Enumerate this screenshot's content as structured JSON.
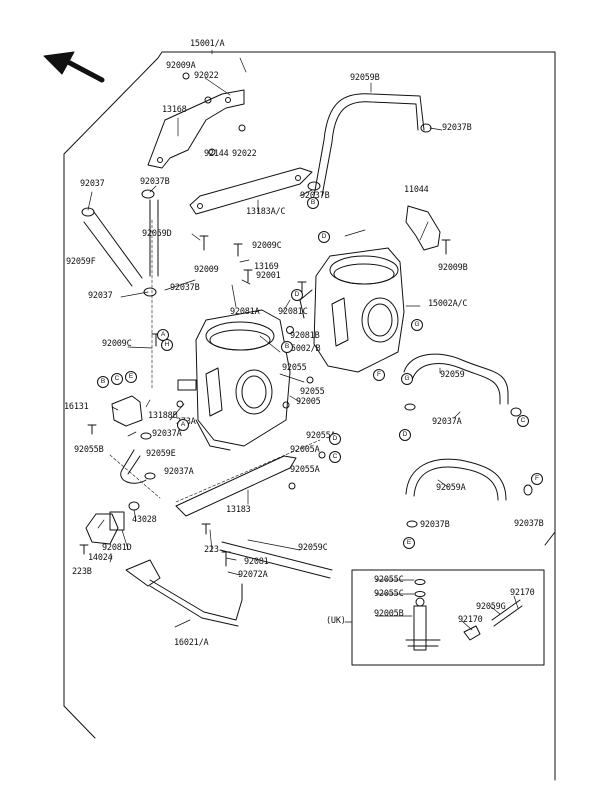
{
  "parts": [
    {
      "id": "p1",
      "text": "15001/A"
    },
    {
      "id": "p2",
      "text": "92009A"
    },
    {
      "id": "p3",
      "text": "92022"
    },
    {
      "id": "p4",
      "text": "13168"
    },
    {
      "id": "p5",
      "text": "92144"
    },
    {
      "id": "p6",
      "text": "92022"
    },
    {
      "id": "p7",
      "text": "92059B"
    },
    {
      "id": "p8",
      "text": "92037B"
    },
    {
      "id": "p9",
      "text": "92037"
    },
    {
      "id": "p10",
      "text": "92037B"
    },
    {
      "id": "p11",
      "text": "92037B"
    },
    {
      "id": "p12",
      "text": "13183A/C"
    },
    {
      "id": "p13",
      "text": "11044"
    },
    {
      "id": "p14",
      "text": "92059D"
    },
    {
      "id": "p15",
      "text": "92009C"
    },
    {
      "id": "p16",
      "text": "92059F"
    },
    {
      "id": "p17",
      "text": "92009"
    },
    {
      "id": "p18",
      "text": "13169"
    },
    {
      "id": "p19",
      "text": "92001"
    },
    {
      "id": "p20",
      "text": "92009B"
    },
    {
      "id": "p21",
      "text": "92037"
    },
    {
      "id": "p22",
      "text": "92037B"
    },
    {
      "id": "p23",
      "text": "15002A/C"
    },
    {
      "id": "p24",
      "text": "92081A"
    },
    {
      "id": "p25",
      "text": "92081C"
    },
    {
      "id": "p26",
      "text": "92009C"
    },
    {
      "id": "p27",
      "text": "92081B"
    },
    {
      "id": "p28",
      "text": "15002/B"
    },
    {
      "id": "p29",
      "text": "92059"
    },
    {
      "id": "p30",
      "text": "92055"
    },
    {
      "id": "p31",
      "text": "92055"
    },
    {
      "id": "p32",
      "text": "16131"
    },
    {
      "id": "p33",
      "text": "13188B"
    },
    {
      "id": "p34",
      "text": "273A"
    },
    {
      "id": "p35",
      "text": "92005"
    },
    {
      "id": "p36",
      "text": "92037A"
    },
    {
      "id": "p37",
      "text": "92037A"
    },
    {
      "id": "p38",
      "text": "92055A"
    },
    {
      "id": "p39",
      "text": "92055B"
    },
    {
      "id": "p40",
      "text": "92059E"
    },
    {
      "id": "p41",
      "text": "92005A"
    },
    {
      "id": "p42",
      "text": "92037A"
    },
    {
      "id": "p43",
      "text": "92055A"
    },
    {
      "id": "p44",
      "text": "92059A"
    },
    {
      "id": "p45",
      "text": "13183"
    },
    {
      "id": "p46",
      "text": "43028"
    },
    {
      "id": "p47",
      "text": "92081D"
    },
    {
      "id": "p48",
      "text": "14024"
    },
    {
      "id": "p49",
      "text": "223"
    },
    {
      "id": "p50",
      "text": "92059C"
    },
    {
      "id": "p51",
      "text": "92037B"
    },
    {
      "id": "p52",
      "text": "92037B"
    },
    {
      "id": "p53",
      "text": "223B"
    },
    {
      "id": "p54",
      "text": "92081"
    },
    {
      "id": "p55",
      "text": "92072A"
    },
    {
      "id": "p56",
      "text": "92055C"
    },
    {
      "id": "p57",
      "text": "92055C"
    },
    {
      "id": "p58",
      "text": "92005B"
    },
    {
      "id": "p59",
      "text": "92170"
    },
    {
      "id": "p60",
      "text": "92059G"
    },
    {
      "id": "p61",
      "text": "92170"
    },
    {
      "id": "p62",
      "text": "(UK)"
    },
    {
      "id": "p63",
      "text": "16021/A"
    }
  ],
  "markers": [
    {
      "id": "m1",
      "text": "B"
    },
    {
      "id": "m2",
      "text": "A"
    },
    {
      "id": "m3",
      "text": "D"
    },
    {
      "id": "m4",
      "text": "D"
    },
    {
      "id": "m5",
      "text": "H"
    },
    {
      "id": "m6",
      "text": "B"
    },
    {
      "id": "m7",
      "text": "C"
    },
    {
      "id": "m8",
      "text": "E"
    },
    {
      "id": "m9",
      "text": "A"
    },
    {
      "id": "m10",
      "text": "B"
    },
    {
      "id": "m11",
      "text": "D"
    },
    {
      "id": "m12",
      "text": "F"
    },
    {
      "id": "m13",
      "text": "C"
    },
    {
      "id": "m14",
      "text": "D"
    },
    {
      "id": "m15",
      "text": "C"
    },
    {
      "id": "m16",
      "text": "G"
    },
    {
      "id": "m17",
      "text": "F"
    },
    {
      "id": "m18",
      "text": "E"
    },
    {
      "id": "m19",
      "text": "G"
    }
  ]
}
